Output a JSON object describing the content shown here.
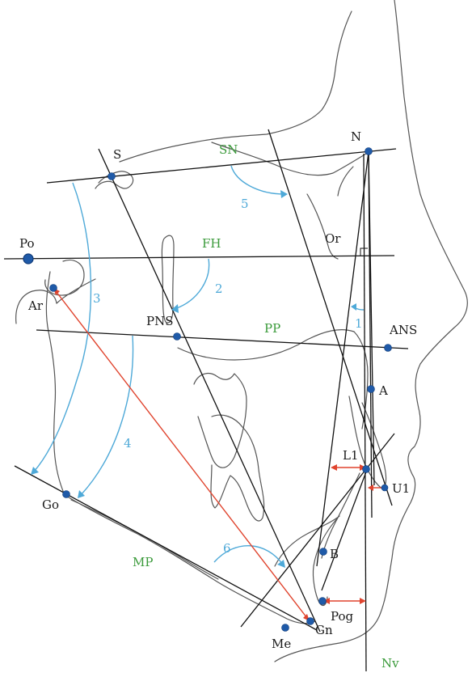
{
  "colors": {
    "landmark_point": "#1f5aa8",
    "reference_line": "#111111",
    "plane_label": "#3a9a3a",
    "angle_arc": "#4ea9d8",
    "distance_line": "#e0442e",
    "tracing": "#555555"
  },
  "landmarks": {
    "S": "S",
    "N": "N",
    "Po": "Po",
    "Or": "Or",
    "Ar": "Ar",
    "PNS": "PNS",
    "ANS": "ANS",
    "A": "A",
    "L1": "L1",
    "U1": "U1",
    "Go": "Go",
    "B": "B",
    "Pog": "Pog",
    "Gn": "Gn",
    "Me": "Me"
  },
  "planes": {
    "SN": "SN",
    "FH": "FH",
    "PP": "PP",
    "MP": "MP",
    "Nv": "Nv"
  },
  "angles": [
    "1",
    "2",
    "3",
    "4",
    "5",
    "6"
  ]
}
